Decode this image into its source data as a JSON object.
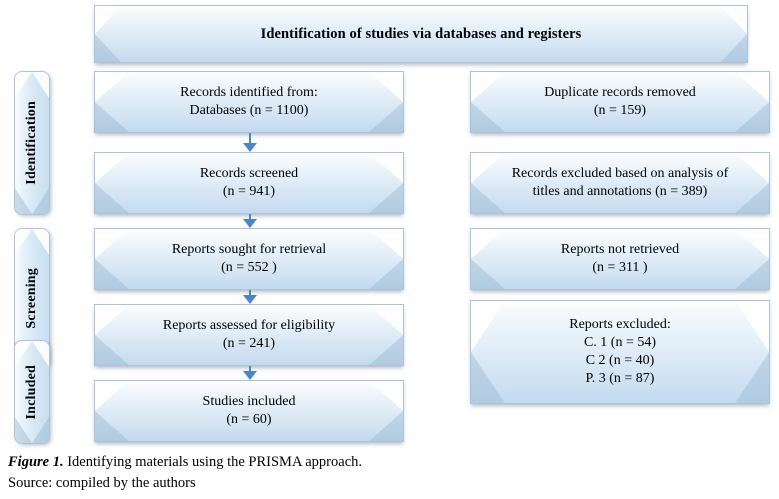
{
  "figure": {
    "title": "Identification of studies via databases and registers",
    "caption_label": "Figure 1.",
    "caption_text": " Identifying materials using the PRISMA approach.",
    "caption_source": "Source: compiled by the authors"
  },
  "colors": {
    "box_border": "#a8c4de",
    "box_fill_top": "#fdfefe",
    "box_fill_bottom": "#c3d9ee",
    "arrow": "#4a86c8",
    "text": "#000000",
    "background": "#ffffff"
  },
  "stages": [
    {
      "id": "identification",
      "label": "Identification"
    },
    {
      "id": "screening",
      "label": "Screening"
    },
    {
      "id": "included",
      "label": "Included"
    }
  ],
  "flow": {
    "left_column": [
      {
        "id": "identified",
        "line1": "Records identified from:",
        "line2": "Databases (n = 1100)"
      },
      {
        "id": "screened",
        "line1": "Records screened",
        "line2": "(n = 941)"
      },
      {
        "id": "sought",
        "line1": "Reports sought for retrieval",
        "line2": "(n = 552 )"
      },
      {
        "id": "assessed",
        "line1": "Reports assessed for eligibility",
        "line2": "(n = 241)"
      },
      {
        "id": "included",
        "line1": "Studies included",
        "line2": "(n = 60)"
      }
    ],
    "right_column": [
      {
        "id": "duplicate",
        "line1": "Duplicate records removed",
        "line2": "(n = 159)"
      },
      {
        "id": "excluded_titles",
        "line1": "Records excluded based on analysis of",
        "line2": "titles and annotations (n = 389)"
      },
      {
        "id": "not_retrieved",
        "line1": "Reports not retrieved",
        "line2": "(n = 311 )"
      },
      {
        "id": "reports_excluded",
        "line1": "Reports excluded:",
        "line2": "C. 1 (n = 54)",
        "line3": "C 2 (n = 40)",
        "line4": "P. 3 (n = 87)"
      }
    ]
  },
  "chart_data": {
    "type": "diagram",
    "title": "Identification of studies via databases and registers",
    "diagram_kind": "PRISMA flow diagram",
    "stages": [
      "Identification",
      "Screening",
      "Included"
    ],
    "nodes": [
      {
        "label": "Records identified from: Databases",
        "n": 1100,
        "column": "left",
        "stage": "Identification"
      },
      {
        "label": "Duplicate records removed",
        "n": 159,
        "column": "right",
        "stage": "Identification"
      },
      {
        "label": "Records screened",
        "n": 941,
        "column": "left",
        "stage": "Identification"
      },
      {
        "label": "Records excluded based on analysis of titles and annotations",
        "n": 389,
        "column": "right",
        "stage": "Identification"
      },
      {
        "label": "Reports sought for retrieval",
        "n": 552,
        "column": "left",
        "stage": "Screening"
      },
      {
        "label": "Reports not retrieved",
        "n": 311,
        "column": "right",
        "stage": "Screening"
      },
      {
        "label": "Reports assessed for eligibility",
        "n": 241,
        "column": "left",
        "stage": "Screening"
      },
      {
        "label": "Reports excluded: C. 1",
        "n": 54,
        "column": "right",
        "stage": "Screening"
      },
      {
        "label": "Reports excluded: C 2",
        "n": 40,
        "column": "right",
        "stage": "Screening"
      },
      {
        "label": "Reports excluded: P. 3",
        "n": 87,
        "column": "right",
        "stage": "Screening"
      },
      {
        "label": "Studies included",
        "n": 60,
        "column": "left",
        "stage": "Included"
      }
    ],
    "edges": [
      {
        "from": "Records identified from: Databases",
        "to": "Records screened"
      },
      {
        "from": "Records screened",
        "to": "Reports sought for retrieval"
      },
      {
        "from": "Reports sought for retrieval",
        "to": "Reports assessed for eligibility"
      },
      {
        "from": "Reports assessed for eligibility",
        "to": "Studies included"
      }
    ]
  }
}
